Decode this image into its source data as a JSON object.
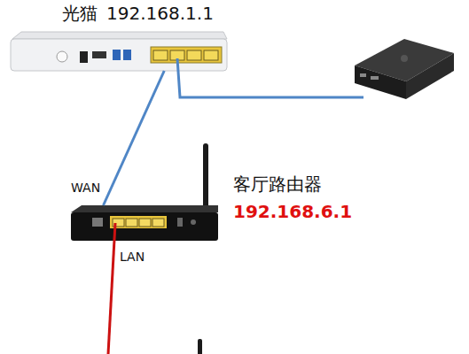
{
  "diagram": {
    "nodes": [
      {
        "text": [
          "光猫",
          "192.168.1.1"
        ]
      },
      {
        "text": [
          "客厅路由器",
          "192.168.6.1"
        ]
      }
    ],
    "edges": [
      {
        "from": 0,
        "to": 1,
        "arrow": "none"
      }
    ],
    "labels": [
      "WAN",
      "LAN"
    ]
  }
}
